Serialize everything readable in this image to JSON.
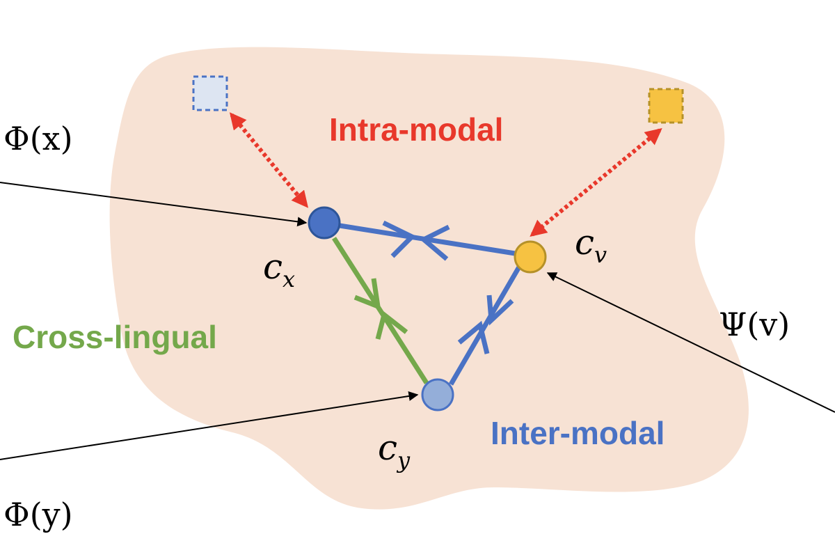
{
  "regions": {
    "intra_modal": "Intra-modal",
    "inter_modal": "Inter-modal",
    "cross_lingual": "Cross-lingual"
  },
  "inputs": {
    "phi_x": "Φ(x)",
    "phi_y": "Φ(y)",
    "psi_v": "Ψ(v)"
  },
  "nodes": {
    "cx": {
      "base": "c",
      "sub": "x"
    },
    "cy": {
      "base": "c",
      "sub": "y"
    },
    "cv": {
      "base": "c",
      "sub": "v"
    }
  },
  "colors": {
    "blob": "#f7e2d4",
    "intra_red": "#e8382b",
    "inter_blue": "#4a72c4",
    "cross_green": "#74a84b",
    "cx_node": "#4a72c4",
    "cy_node": "#94aed9",
    "cv_node": "#f6c242",
    "square_left": "#dde5f2",
    "square_right": "#f6c242"
  }
}
